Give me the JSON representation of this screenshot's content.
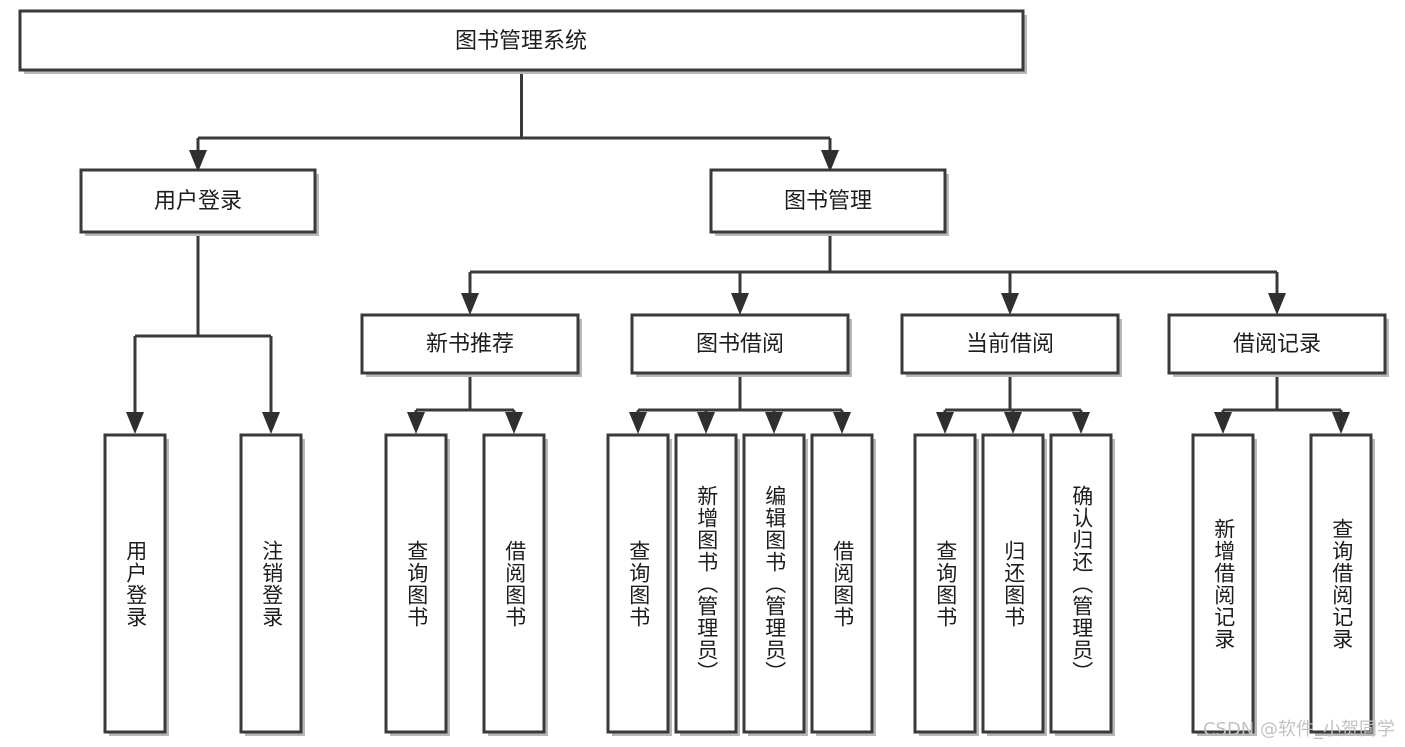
{
  "diagram": {
    "type": "tree-hierarchy-flowchart",
    "title": "图书管理系统",
    "orientation": "top-down",
    "levels": 4,
    "style": {
      "box_fill": "#ffffff",
      "box_stroke": "#3a3a3a",
      "connector_stroke": "#3a3a3a",
      "arrow_fill": "#2f2f2f",
      "text_color": "#1d1d1d",
      "background": "#ffffff",
      "watermark_color": "#c2c2c2"
    },
    "nodes": {
      "root": {
        "label": "图书管理系统",
        "level": 1,
        "orientation": "horizontal"
      },
      "l2": [
        {
          "id": "user-login",
          "label": "用户登录",
          "level": 2,
          "orientation": "horizontal"
        },
        {
          "id": "book-manage",
          "label": "图书管理",
          "level": 2,
          "orientation": "horizontal"
        }
      ],
      "l3": [
        {
          "id": "new-book-rec",
          "label": "新书推荐",
          "level": 3,
          "orientation": "horizontal",
          "parent": "book-manage"
        },
        {
          "id": "book-borrow",
          "label": "图书借阅",
          "level": 3,
          "orientation": "horizontal",
          "parent": "book-manage"
        },
        {
          "id": "current-borrow",
          "label": "当前借阅",
          "level": 3,
          "orientation": "horizontal",
          "parent": "book-manage"
        },
        {
          "id": "borrow-record",
          "label": "借阅记录",
          "level": 3,
          "orientation": "horizontal",
          "parent": "book-manage"
        }
      ],
      "leaves": [
        {
          "id": "leaf-user-login",
          "label": "用户登录",
          "parent": "user-login",
          "orientation": "vertical"
        },
        {
          "id": "leaf-user-logout",
          "label": "注销登录",
          "parent": "user-login",
          "orientation": "vertical"
        },
        {
          "id": "leaf-query-book-1",
          "label": "查询图书",
          "parent": "new-book-rec",
          "orientation": "vertical"
        },
        {
          "id": "leaf-borrow-book-1",
          "label": "借阅图书",
          "parent": "new-book-rec",
          "orientation": "vertical"
        },
        {
          "id": "leaf-query-book-2",
          "label": "查询图书",
          "parent": "book-borrow",
          "orientation": "vertical"
        },
        {
          "id": "leaf-add-book",
          "label": "新增图书（管理员）",
          "parent": "book-borrow",
          "orientation": "vertical"
        },
        {
          "id": "leaf-edit-book",
          "label": "编辑图书（管理员）",
          "parent": "book-borrow",
          "orientation": "vertical"
        },
        {
          "id": "leaf-borrow-book-2",
          "label": "借阅图书",
          "parent": "book-borrow",
          "orientation": "vertical"
        },
        {
          "id": "leaf-query-book-3",
          "label": "查询图书",
          "parent": "current-borrow",
          "orientation": "vertical"
        },
        {
          "id": "leaf-return-book",
          "label": "归还图书",
          "parent": "current-borrow",
          "orientation": "vertical"
        },
        {
          "id": "leaf-confirm-return",
          "label": "确认归还（管理员）",
          "parent": "current-borrow",
          "orientation": "vertical"
        },
        {
          "id": "leaf-add-record",
          "label": "新增借阅记录",
          "parent": "borrow-record",
          "orientation": "vertical"
        },
        {
          "id": "leaf-query-record",
          "label": "查询借阅记录",
          "parent": "borrow-record",
          "orientation": "vertical"
        }
      ]
    },
    "watermark": "CSDN @软件_小贺同学"
  }
}
